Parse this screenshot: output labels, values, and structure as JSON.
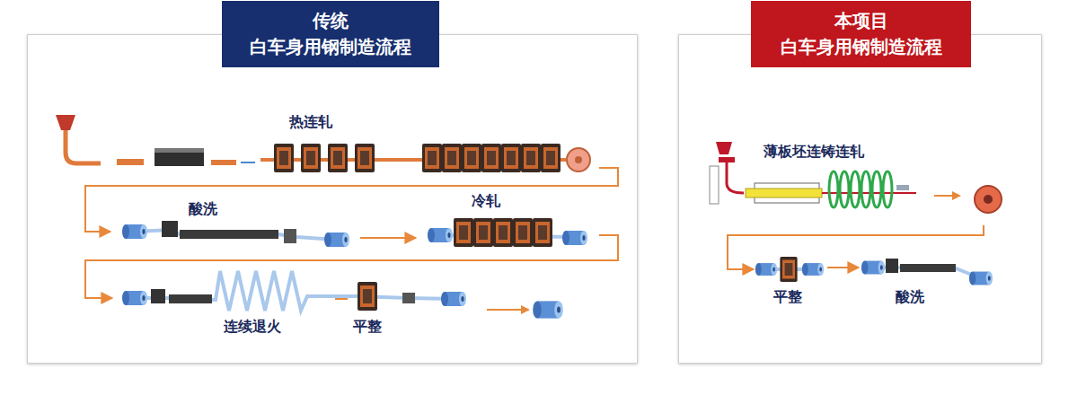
{
  "diagram": {
    "nodes": [
      {
        "text": [
          "传统 白车身用钢制造流程"
        ]
      },
      {
        "text": [
          "热连轧"
        ],
        "in": 0
      },
      {
        "text": [
          "酸洗"
        ],
        "in": 0
      },
      {
        "text": [
          "冷轧"
        ],
        "in": 0
      },
      {
        "text": [
          "连续退火"
        ],
        "in": 0
      },
      {
        "text": [
          "平整"
        ],
        "in": 0
      },
      {
        "text": [
          "本项目 白车身用钢制造流程"
        ]
      },
      {
        "text": [
          "薄板坯连铸连轧"
        ],
        "in": 6
      },
      {
        "text": [
          "平整"
        ],
        "in": 6
      },
      {
        "text": [
          "酸洗"
        ],
        "in": 6
      }
    ],
    "edges": [
      {
        "from": 1,
        "to": 2,
        "arrow": "to"
      },
      {
        "from": 2,
        "to": 3,
        "arrow": "to"
      },
      {
        "from": 3,
        "to": 4,
        "arrow": "to"
      },
      {
        "from": 4,
        "to": 5,
        "arrow": "none"
      },
      {
        "from": 7,
        "to": 8,
        "arrow": "to"
      },
      {
        "from": 8,
        "to": 9,
        "arrow": "to"
      }
    ]
  }
}
